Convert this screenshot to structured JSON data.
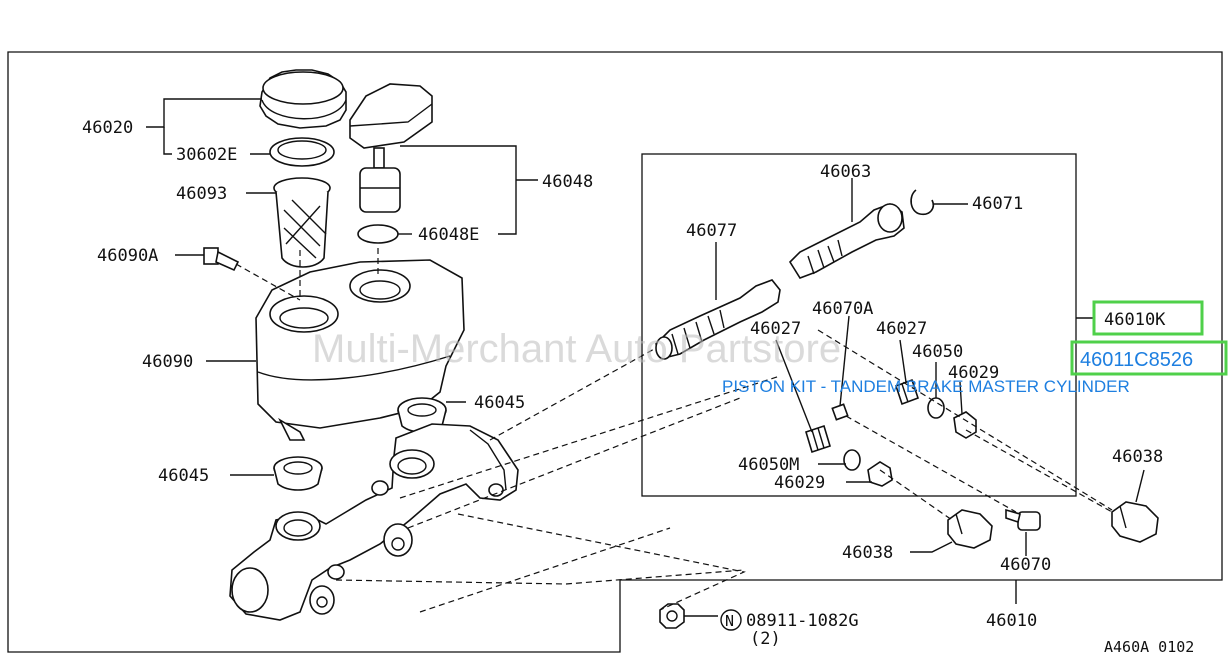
{
  "watermark": "Multi-Merchant Auto Partstore",
  "diagram_code": "A460A 0102",
  "highlight": {
    "part_number": "46011C8526",
    "description": "PISTON KIT - TANDEM BRAKE MASTER CYLINDER"
  },
  "labels": {
    "p46020": "46020",
    "p30602E": "30602E",
    "p46093": "46093",
    "p46090A": "46090A",
    "p46090": "46090",
    "p46045a": "46045",
    "p46045b": "46045",
    "p46048": "46048",
    "p46048E": "46048E",
    "p46063": "46063",
    "p46071": "46071",
    "p46077": "46077",
    "p46070A": "46070A",
    "p46027a": "46027",
    "p46027b": "46027",
    "p46050": "46050",
    "p46029a": "46029",
    "p46050M": "46050M",
    "p46029b": "46029",
    "p46010K": "46010K",
    "p46038a": "46038",
    "p46038b": "46038",
    "p46070": "46070",
    "p46010": "46010",
    "p08911": "08911-1082G",
    "p08911_qty": "(2)",
    "nut_symbol": "N"
  }
}
